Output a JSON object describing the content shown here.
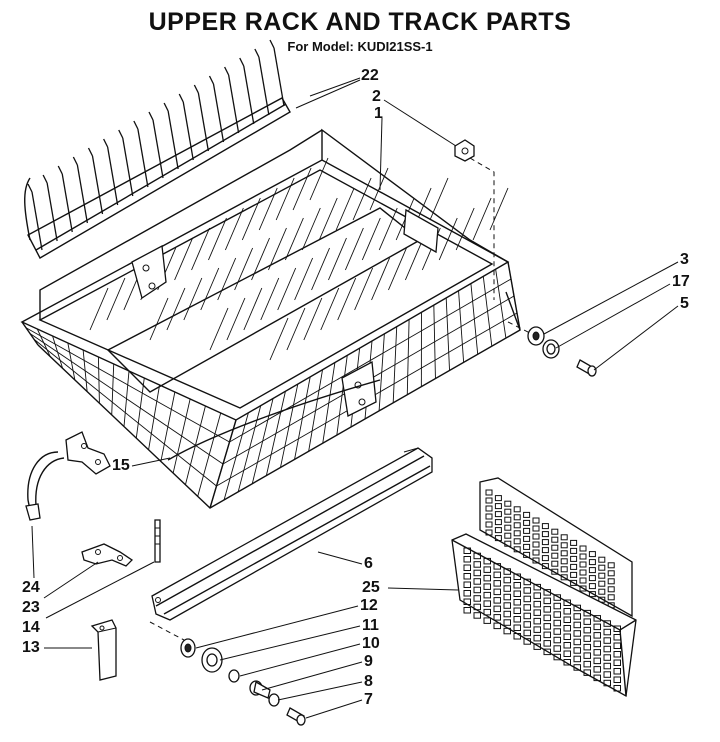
{
  "header": {
    "title": "UPPER RACK AND TRACK PARTS",
    "subtitle": "For Model: KUDI21SS-1"
  },
  "callouts": [
    {
      "id": "c22",
      "text": "22"
    },
    {
      "id": "c2",
      "text": "2"
    },
    {
      "id": "c1",
      "text": "1"
    },
    {
      "id": "c3",
      "text": "3"
    },
    {
      "id": "c17",
      "text": "17"
    },
    {
      "id": "c5",
      "text": "5"
    },
    {
      "id": "c15",
      "text": "15"
    },
    {
      "id": "c6",
      "text": "6"
    },
    {
      "id": "c25",
      "text": "25"
    },
    {
      "id": "c24",
      "text": "24"
    },
    {
      "id": "c23",
      "text": "23"
    },
    {
      "id": "c14",
      "text": "14"
    },
    {
      "id": "c13",
      "text": "13"
    },
    {
      "id": "c12",
      "text": "12"
    },
    {
      "id": "c11",
      "text": "11"
    },
    {
      "id": "c10",
      "text": "10"
    },
    {
      "id": "c9",
      "text": "9"
    },
    {
      "id": "c8",
      "text": "8"
    },
    {
      "id": "c7",
      "text": "7"
    }
  ]
}
